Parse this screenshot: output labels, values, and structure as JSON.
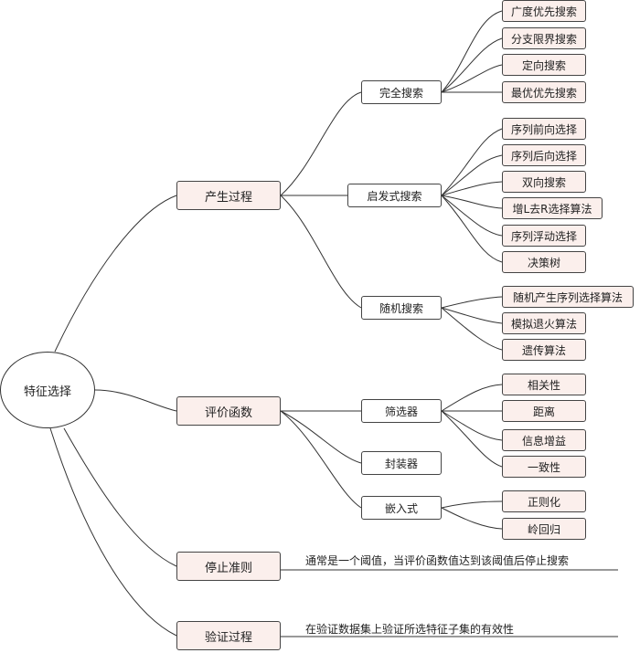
{
  "root": {
    "label": "特征选择"
  },
  "categories": {
    "generation": {
      "label": "产生过程",
      "complete": {
        "label": "完全搜索",
        "items": [
          "广度优先搜索",
          "分支限界搜索",
          "定向搜索",
          "最优优先搜索"
        ]
      },
      "heuristic": {
        "label": "启发式搜索",
        "items": [
          "序列前向选择",
          "序列后向选择",
          "双向搜索",
          "增L去R选择算法",
          "序列浮动选择",
          "决策树"
        ]
      },
      "random": {
        "label": "随机搜索",
        "items": [
          "随机产生序列选择算法",
          "模拟退火算法",
          "遗传算法"
        ]
      }
    },
    "evaluation": {
      "label": "评价函数",
      "filter": {
        "label": "筛选器",
        "items": [
          "相关性",
          "距离",
          "信息增益",
          "一致性"
        ]
      },
      "wrapper": {
        "label": "封装器"
      },
      "embedded": {
        "label": "嵌入式",
        "items": [
          "正则化",
          "岭回归"
        ]
      }
    },
    "stopping": {
      "label": "停止准则",
      "note": "通常是一个阈值，当评价函数值达到该阈值后停止搜索"
    },
    "validation": {
      "label": "验证过程",
      "note": "在验证数据集上验证所选特征子集的有效性"
    }
  }
}
